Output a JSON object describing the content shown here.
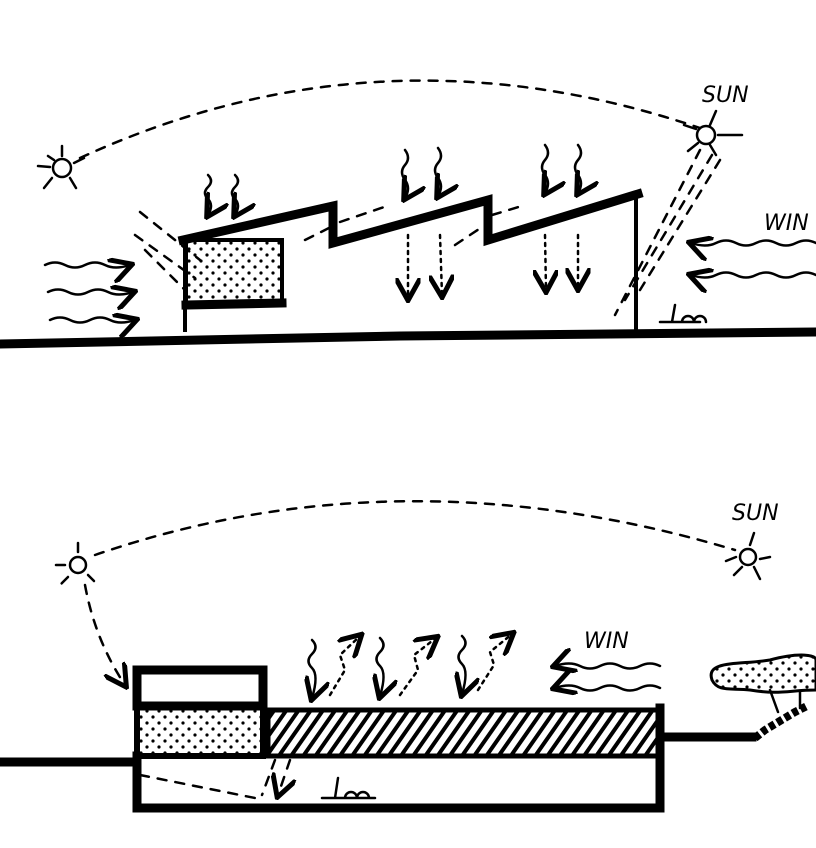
{
  "top_section": {
    "sun_label": "SUN",
    "wind_label": "WIN"
  },
  "bottom_section": {
    "sun_label": "SUN",
    "wind_label": "WIN"
  },
  "colors": {
    "ink": "#000000",
    "paper": "#ffffff"
  }
}
